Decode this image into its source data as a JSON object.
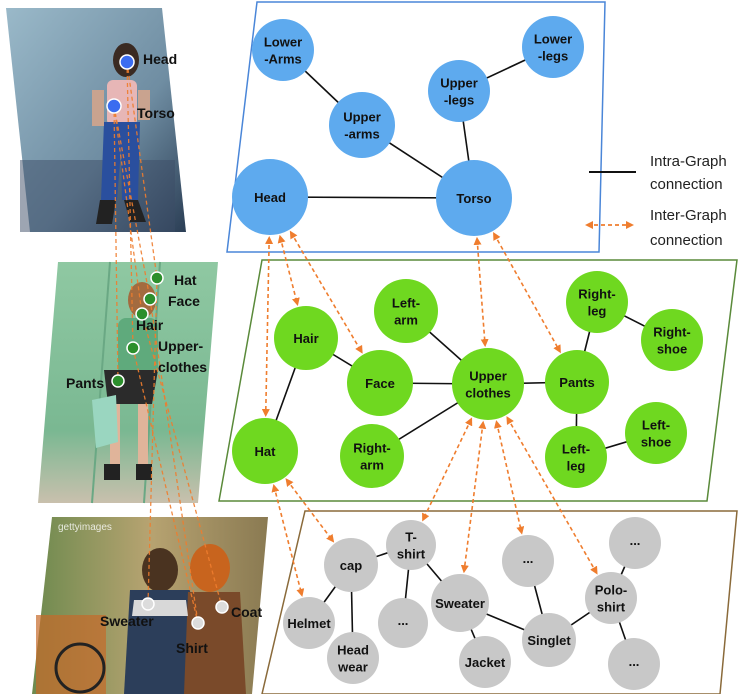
{
  "colors": {
    "human_graph": "#5eaaee",
    "clothes_graph": "#6fd820",
    "fashion_graph": "#c8c8c8",
    "human_border": "#4a86d8",
    "clothes_border": "#5a8a3a",
    "fashion_border": "#8a6a3a",
    "inter_edge": "#ef7d2e",
    "intra_edge": "#111111"
  },
  "legend": {
    "intra_line1": "Intra-Graph",
    "intra_line2": "connection",
    "inter_line1": "Inter-Graph",
    "inter_line2": "connection"
  },
  "graphs": {
    "human": {
      "nodes": [
        {
          "id": "lower_arms",
          "lines": [
            "Lower",
            "-Arms"
          ]
        },
        {
          "id": "upper_arms",
          "lines": [
            "Upper",
            "-arms"
          ]
        },
        {
          "id": "upper_legs",
          "lines": [
            "Upper",
            "-legs"
          ]
        },
        {
          "id": "lower_legs",
          "lines": [
            "Lower",
            "-legs"
          ]
        },
        {
          "id": "head",
          "lines": [
            "Head"
          ]
        },
        {
          "id": "torso",
          "lines": [
            "Torso"
          ]
        }
      ]
    },
    "clothes": {
      "nodes": [
        {
          "id": "left_arm",
          "lines": [
            "Left-",
            "arm"
          ]
        },
        {
          "id": "right_leg",
          "lines": [
            "Right-",
            "leg"
          ]
        },
        {
          "id": "hair",
          "lines": [
            "Hair"
          ]
        },
        {
          "id": "right_shoe",
          "lines": [
            "Right-",
            "shoe"
          ]
        },
        {
          "id": "face",
          "lines": [
            "Face"
          ]
        },
        {
          "id": "upper_clothes",
          "lines": [
            "Upper",
            "clothes"
          ]
        },
        {
          "id": "pants",
          "lines": [
            "Pants"
          ]
        },
        {
          "id": "left_shoe",
          "lines": [
            "Left-",
            "shoe"
          ]
        },
        {
          "id": "hat",
          "lines": [
            "Hat"
          ]
        },
        {
          "id": "right_arm",
          "lines": [
            "Right-",
            "arm"
          ]
        },
        {
          "id": "left_leg",
          "lines": [
            "Left-",
            "leg"
          ]
        }
      ]
    },
    "fashion": {
      "nodes": [
        {
          "id": "tshirt",
          "lines": [
            "T-",
            "shirt"
          ]
        },
        {
          "id": "dots1",
          "lines": [
            "..."
          ]
        },
        {
          "id": "dots2",
          "lines": [
            "..."
          ]
        },
        {
          "id": "cap",
          "lines": [
            "cap"
          ]
        },
        {
          "id": "dots3",
          "lines": [
            "..."
          ]
        },
        {
          "id": "sweater",
          "lines": [
            "Sweater"
          ]
        },
        {
          "id": "polo",
          "lines": [
            "Polo-",
            "shirt"
          ]
        },
        {
          "id": "helmet",
          "lines": [
            "Helmet"
          ]
        },
        {
          "id": "singlet",
          "lines": [
            "Singlet"
          ]
        },
        {
          "id": "headwear",
          "lines": [
            "Head",
            "wear"
          ]
        },
        {
          "id": "jacket",
          "lines": [
            "Jacket"
          ]
        },
        {
          "id": "dots4",
          "lines": [
            "..."
          ]
        }
      ]
    }
  },
  "photos": {
    "photo1": {
      "labels": [
        "Head",
        "Torso"
      ]
    },
    "photo2": {
      "labels": [
        "Hat",
        "Face",
        "Hair",
        "Upper-",
        "clothes",
        "Pants"
      ]
    },
    "photo3": {
      "watermark": "gettyimages",
      "labels": [
        "Sweater",
        "Shirt",
        "Coat"
      ]
    }
  }
}
